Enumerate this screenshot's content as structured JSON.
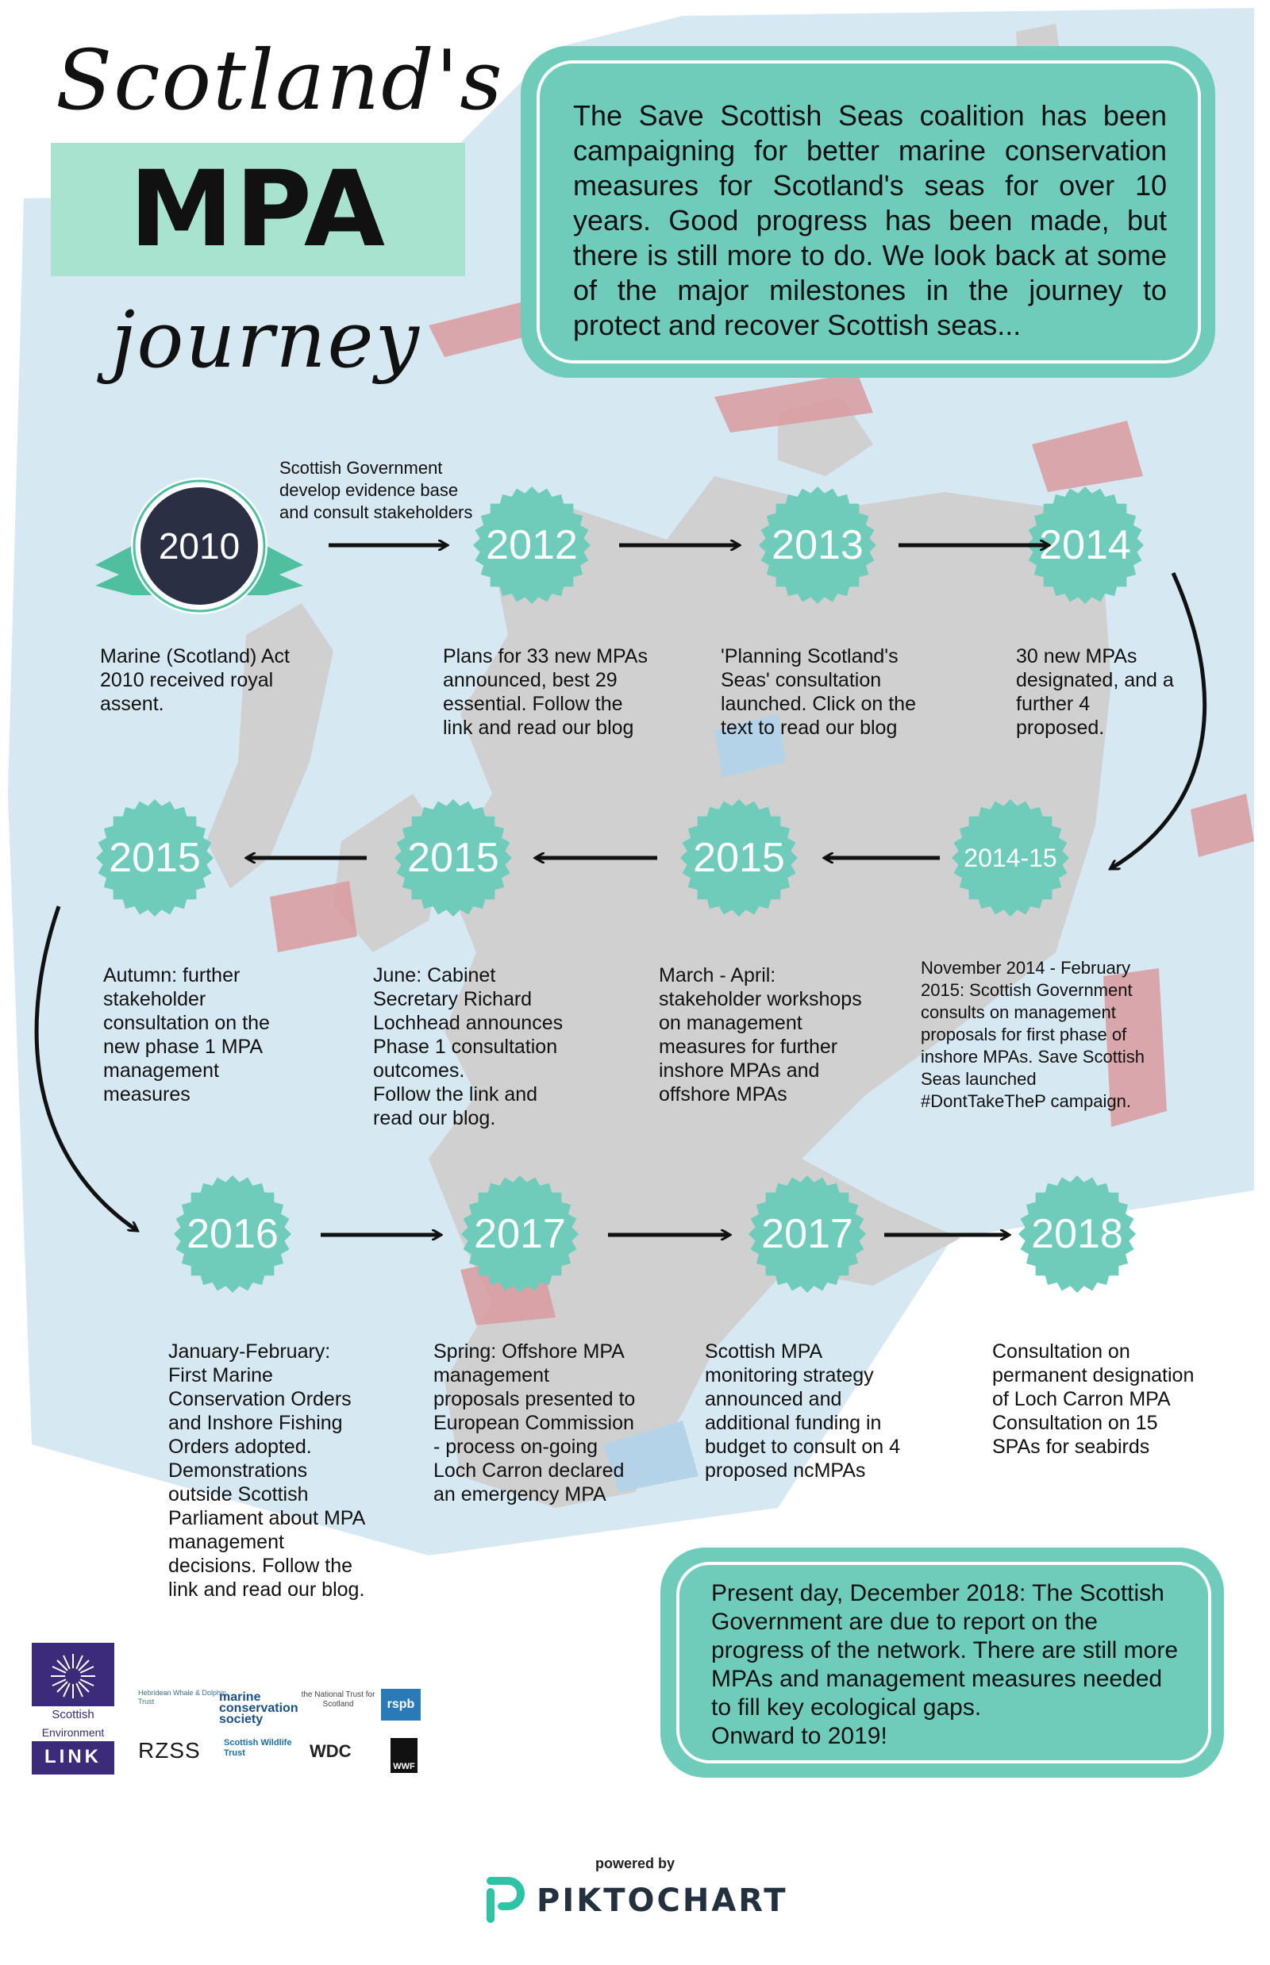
{
  "title": {
    "line1": "Scotland's",
    "line2": "MPA",
    "line3": "journey"
  },
  "intro": "The Save Scottish Seas coalition has been campaigning for better marine conservation measures for Scotland's seas for over 10 years. Good progress has been made, but there is still more to do. We look back at some of the major milestones in the journey to protect and recover Scottish seas...",
  "arrow_note": "Scottish Government develop evidence base and consult stakeholders",
  "milestones": [
    {
      "year": "2010",
      "text": "Marine (Scotland) Act 2010 received royal assent."
    },
    {
      "year": "2012",
      "text": "Plans for 33 new MPAs announced, best 29 essential. Follow the link and read our blog"
    },
    {
      "year": "2013",
      "text": "'Planning Scotland's Seas' consultation launched. Click on the text to read our blog"
    },
    {
      "year": "2014",
      "text": "30 new MPAs designated, and a further 4 proposed."
    },
    {
      "year": "2014-15",
      "text": "November 2014 - February 2015: Scottish Government consults on management proposals for first phase of inshore MPAs. Save Scottish Seas launched #DontTakeTheP campaign."
    },
    {
      "year": "2015",
      "text": "March - April: stakeholder workshops on management measures for further inshore MPAs and offshore MPAs"
    },
    {
      "year": "2015",
      "text": "June: Cabinet Secretary Richard Lochhead announces Phase 1 consultation outcomes.\nFollow the link and read our blog."
    },
    {
      "year": "2015",
      "text": "Autumn: further stakeholder consultation on the new phase 1 MPA management measures"
    },
    {
      "year": "2016",
      "text": "January-February: First Marine Conservation Orders and Inshore Fishing Orders adopted. Demonstrations outside Scottish Parliament about MPA management decisions. Follow the link and read our blog."
    },
    {
      "year": "2017",
      "text": "Spring: Offshore MPA management proposals presented to European Commission - process on-going\nLoch Carron declared an emergency MPA"
    },
    {
      "year": "2017",
      "text": "Scottish MPA monitoring strategy announced and additional funding in budget to consult on 4 proposed ncMPAs"
    },
    {
      "year": "2018",
      "text": "Consultation on permanent designation of Loch Carron MPA\nConsultation on 15 SPAs for seabirds"
    }
  ],
  "outro": "Present day, December 2018: The Scottish Government are due to report on the progress of the network. There are still more MPAs and management measures needed to fill key ecological gaps.\nOnward to 2019!",
  "logos": {
    "link": {
      "line1": "Scottish",
      "line2": "Environment",
      "line3": "LINK"
    },
    "hwdt": "Hebridean Whale & Dolphin Trust",
    "mcs": "marine conservation society",
    "nts": "the National Trust for Scotland",
    "rspb": "rspb",
    "rzss": "RZSS",
    "swt": "Scottish Wildlife Trust",
    "wdc": "WDC",
    "wwf": "WWF"
  },
  "footer": {
    "powered_by": "powered by",
    "brand": "PIKTOCHART"
  },
  "colors": {
    "teal": "#6fccba",
    "mint": "#a8e3d0",
    "navy": "#2a2f44",
    "badge": "#6fccba",
    "mpa_red": "#d99aa0",
    "sea": "#d6e8f1",
    "land": "#d0d0d0"
  }
}
